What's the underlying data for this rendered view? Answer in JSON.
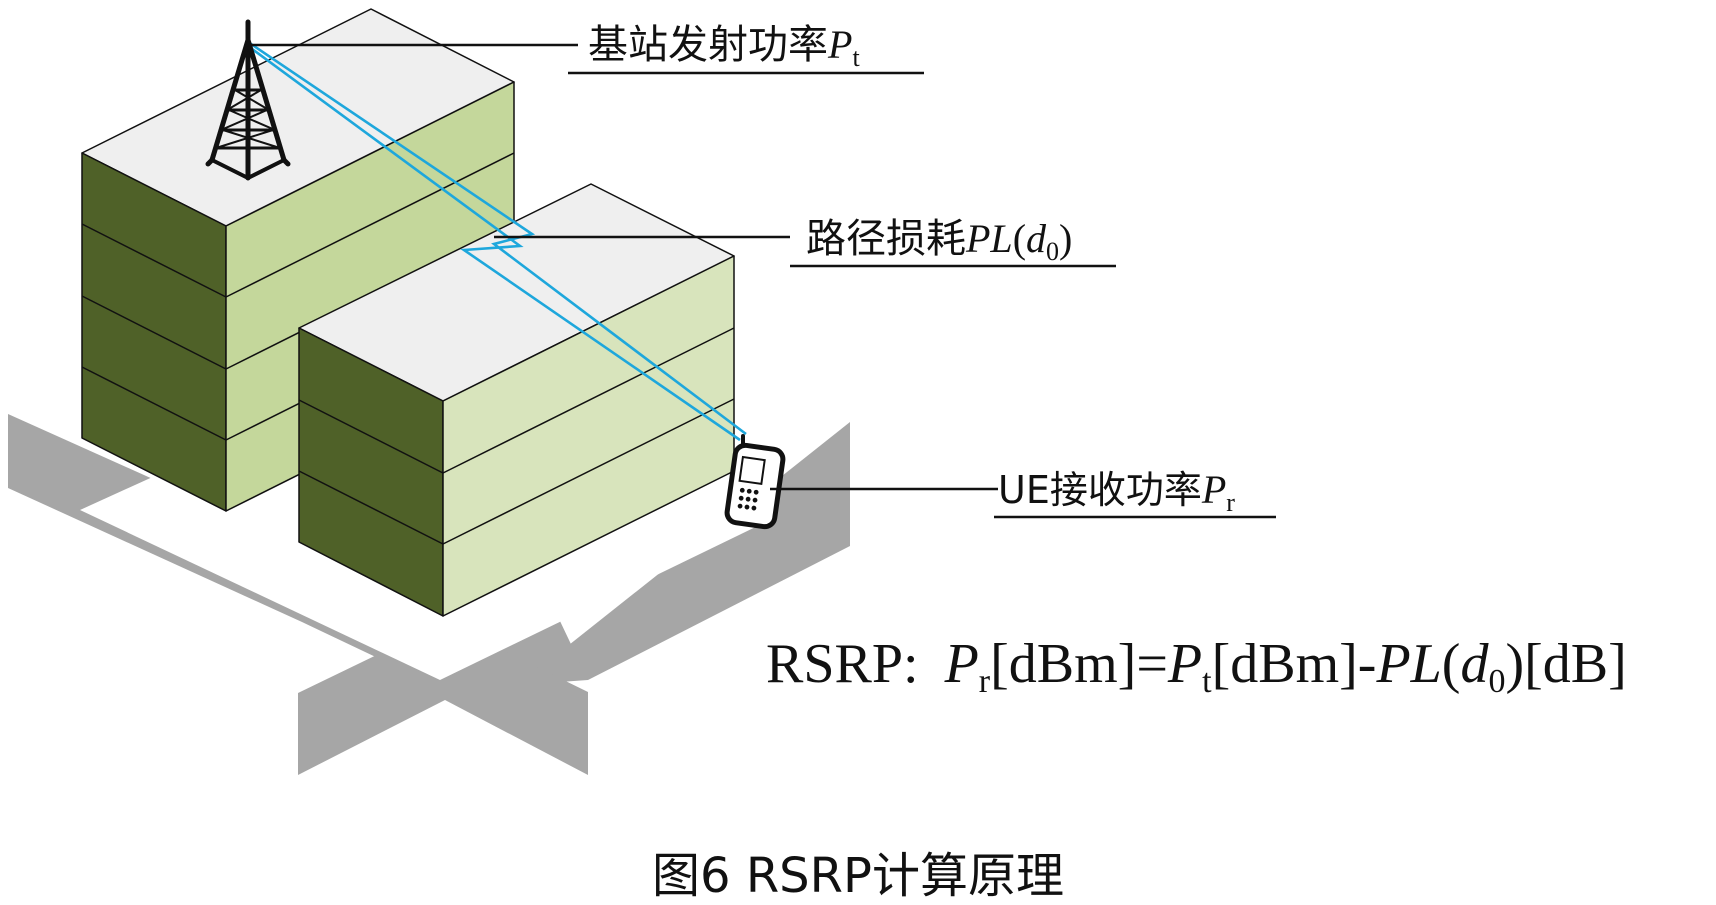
{
  "labels": {
    "tx_power": {
      "text": "基站发射功率",
      "symbol": "P",
      "subscript": "t"
    },
    "path_loss": {
      "text": "路径损耗",
      "symbol": "PL",
      "arg_open": "(",
      "arg_symbol": "d",
      "arg_sub": "0",
      "arg_close": ")"
    },
    "rx_power": {
      "text": "UE接收功率",
      "symbol": "P",
      "subscript": "r"
    }
  },
  "formula": {
    "prefix": "RSRP:",
    "pr_symbol": "P",
    "pr_sub": "r",
    "unit_dbm_1": "[dBm]=",
    "pt_symbol": "P",
    "pt_sub": "t",
    "unit_dbm_2": "[dBm]-",
    "pl_symbol": "PL",
    "paren_open": "(",
    "d_symbol": "d",
    "d_sub": "0",
    "paren_close": ")",
    "unit_db": "[dB]"
  },
  "caption": "图6 RSRP计算原理",
  "colors": {
    "ground": "#a6a6a6",
    "roof": "#efefef",
    "wall_dark": "#4f6128",
    "wall_light_back": "#c4d79b",
    "wall_light_front": "#d8e4bc",
    "signal": "#1ea7dc",
    "ink": "#111111"
  }
}
